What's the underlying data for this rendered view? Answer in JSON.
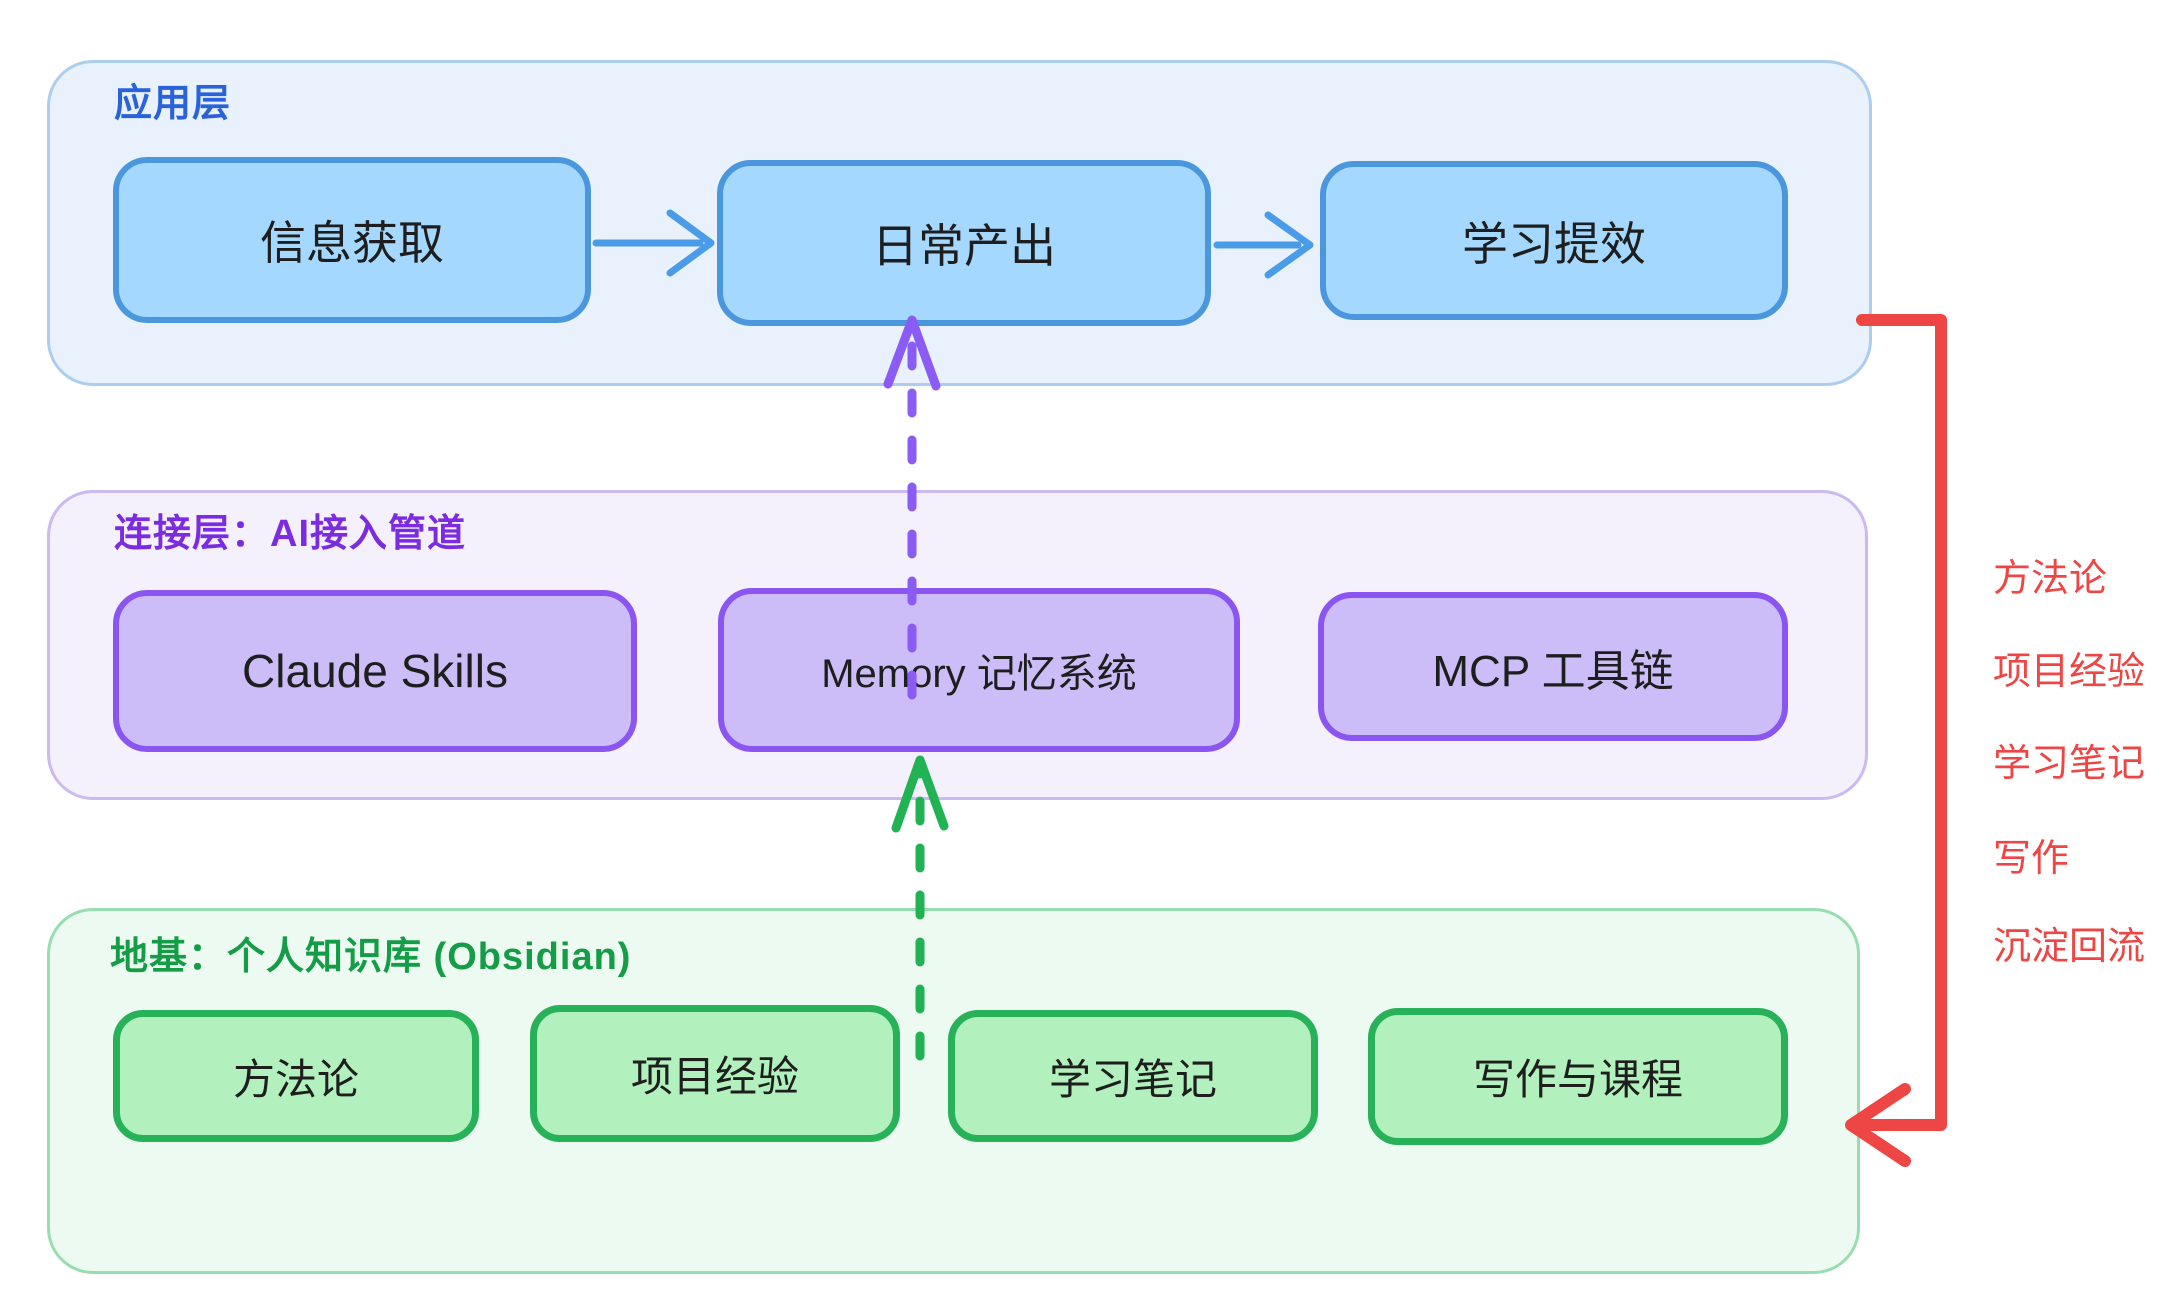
{
  "layers": {
    "app": {
      "title": "应用层",
      "boxes": [
        {
          "label": "信息获取"
        },
        {
          "label": "日常产出"
        },
        {
          "label": "学习提效"
        }
      ],
      "colors": {
        "container_fill": "#e9f1fc",
        "container_border": "#abceef",
        "box_fill": "#a5d8ff",
        "box_border": "#4b97dd",
        "title": "#2a62d9",
        "arrow": "#4b9ce8"
      }
    },
    "connect": {
      "title": "连接层：AI接入管道",
      "boxes": [
        {
          "label": "Claude Skills"
        },
        {
          "label": "Memory 记忆系统"
        },
        {
          "label": "MCP 工具链"
        }
      ],
      "colors": {
        "container_fill": "#f4f0fc",
        "container_border": "#cbbaf2",
        "box_fill": "#ccbdf8",
        "box_border": "#8a55f0",
        "title": "#7b2be0",
        "arrow": "#8a5cf5"
      }
    },
    "base": {
      "title": "地基：个人知识库 (Obsidian)",
      "boxes": [
        {
          "label": "方法论"
        },
        {
          "label": "项目经验"
        },
        {
          "label": "学习笔记"
        },
        {
          "label": "写作与课程"
        }
      ],
      "colors": {
        "container_fill": "#ecfaf1",
        "container_border": "#98ddb0",
        "box_fill": "#b2f0bd",
        "box_border": "#27b158",
        "title": "#149c46",
        "arrow": "#21b254"
      }
    }
  },
  "feedback": {
    "color": "#ee4545",
    "labels": [
      {
        "text": "方法论"
      },
      {
        "text": "项目经验"
      },
      {
        "text": "学习笔记"
      },
      {
        "text": "写作"
      },
      {
        "text": "沉淀回流"
      }
    ]
  },
  "toolbar": {
    "icons": [
      {
        "name": "insert-frame-icon"
      },
      {
        "name": "fullscreen-icon"
      },
      {
        "name": "split-view-icon",
        "active": true
      },
      {
        "name": "unlock-icon"
      },
      {
        "name": "pan-hand-icon"
      }
    ]
  }
}
